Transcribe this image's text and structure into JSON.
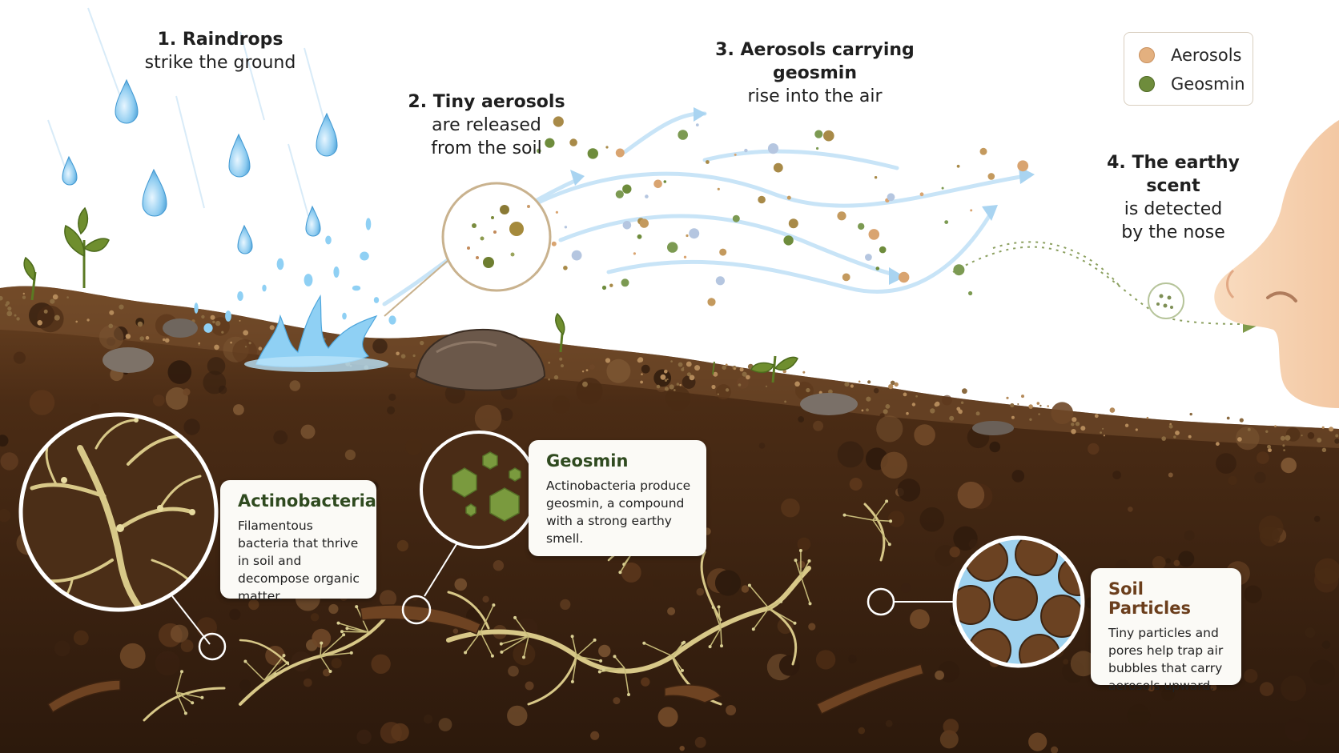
{
  "steps": [
    {
      "number": "1.",
      "title": "Raindrops",
      "line2": "strike the ground",
      "line3": ""
    },
    {
      "number": "2.",
      "title": "Tiny aerosols",
      "line2": "are released",
      "line3": "from the soil"
    },
    {
      "number": "3.",
      "title": "Aerosols carrying geosmin",
      "line2": "rise into the air",
      "line3": ""
    },
    {
      "number": "4.",
      "title": "The earthy scent",
      "line2": "is detected",
      "line3": "by the nose"
    }
  ],
  "legend": [
    {
      "label": "Aerosols",
      "color": "#e3b07f"
    },
    {
      "label": "Geosmin",
      "color": "#6e8c3c"
    }
  ],
  "cards": {
    "actinobacteria": {
      "title": "Actinobacteria",
      "body": "Filamentous bacteria that thrive in soil and decompose organic matter."
    },
    "geosmin": {
      "title": "Geosmin",
      "body": "Actinobacteria produce geosmin, a compound with a strong earthy smell."
    },
    "soil": {
      "title": "Soil Particles",
      "body": "Tiny particles and pores help trap air bubbles that carry aerosols upward."
    }
  },
  "colors": {
    "rain": "#6fb8e6",
    "soil_dark": "#3d2413",
    "soil_mid": "#5a3519",
    "filament": "#d8c888",
    "geosmin_green": "#6e8c3c",
    "aerosol_tan": "#e3b07f",
    "skin": "#f6d2b0"
  },
  "icons": [
    "raindrop-icon",
    "splash-icon",
    "airflow-arrow-icon",
    "nose-icon",
    "magnifier-circle-icon"
  ]
}
